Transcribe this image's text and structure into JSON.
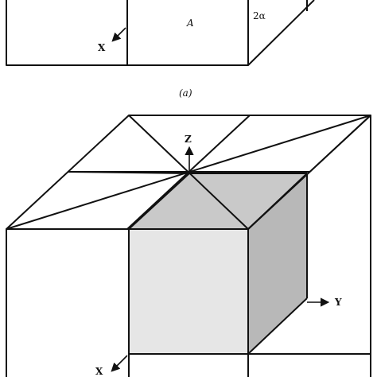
{
  "panel_a": {
    "label": "(a)",
    "region_label": "A",
    "angle_label": "2α",
    "axis_x_label": "X"
  },
  "panel_b": {
    "axis_z_label": "Z",
    "axis_y_label": "Y",
    "axis_x_label": "X"
  },
  "colors": {
    "line": "#111111",
    "shade_light": "#e6e6e6",
    "shade_mid": "#c9c9c9",
    "shade_dark": "#b8b8b8"
  }
}
